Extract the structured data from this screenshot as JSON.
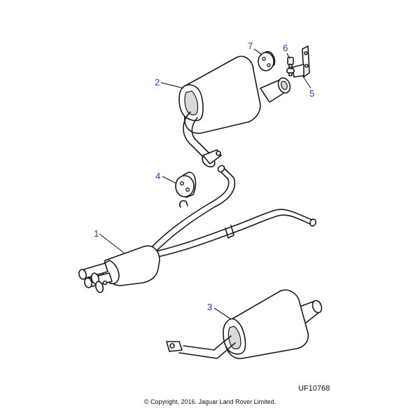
{
  "callouts": {
    "c1": "1",
    "c2": "2",
    "c3": "3",
    "c4": "4",
    "c5": "5",
    "c6": "6",
    "c7": "7"
  },
  "reference_code": "UF10768",
  "copyright": "© Copyright, 2016. Jaguar Land Rover Limited.",
  "colors": {
    "callout": "#1f3fbf",
    "line": "#1a1a1a",
    "shade": "#d9d9d9"
  }
}
